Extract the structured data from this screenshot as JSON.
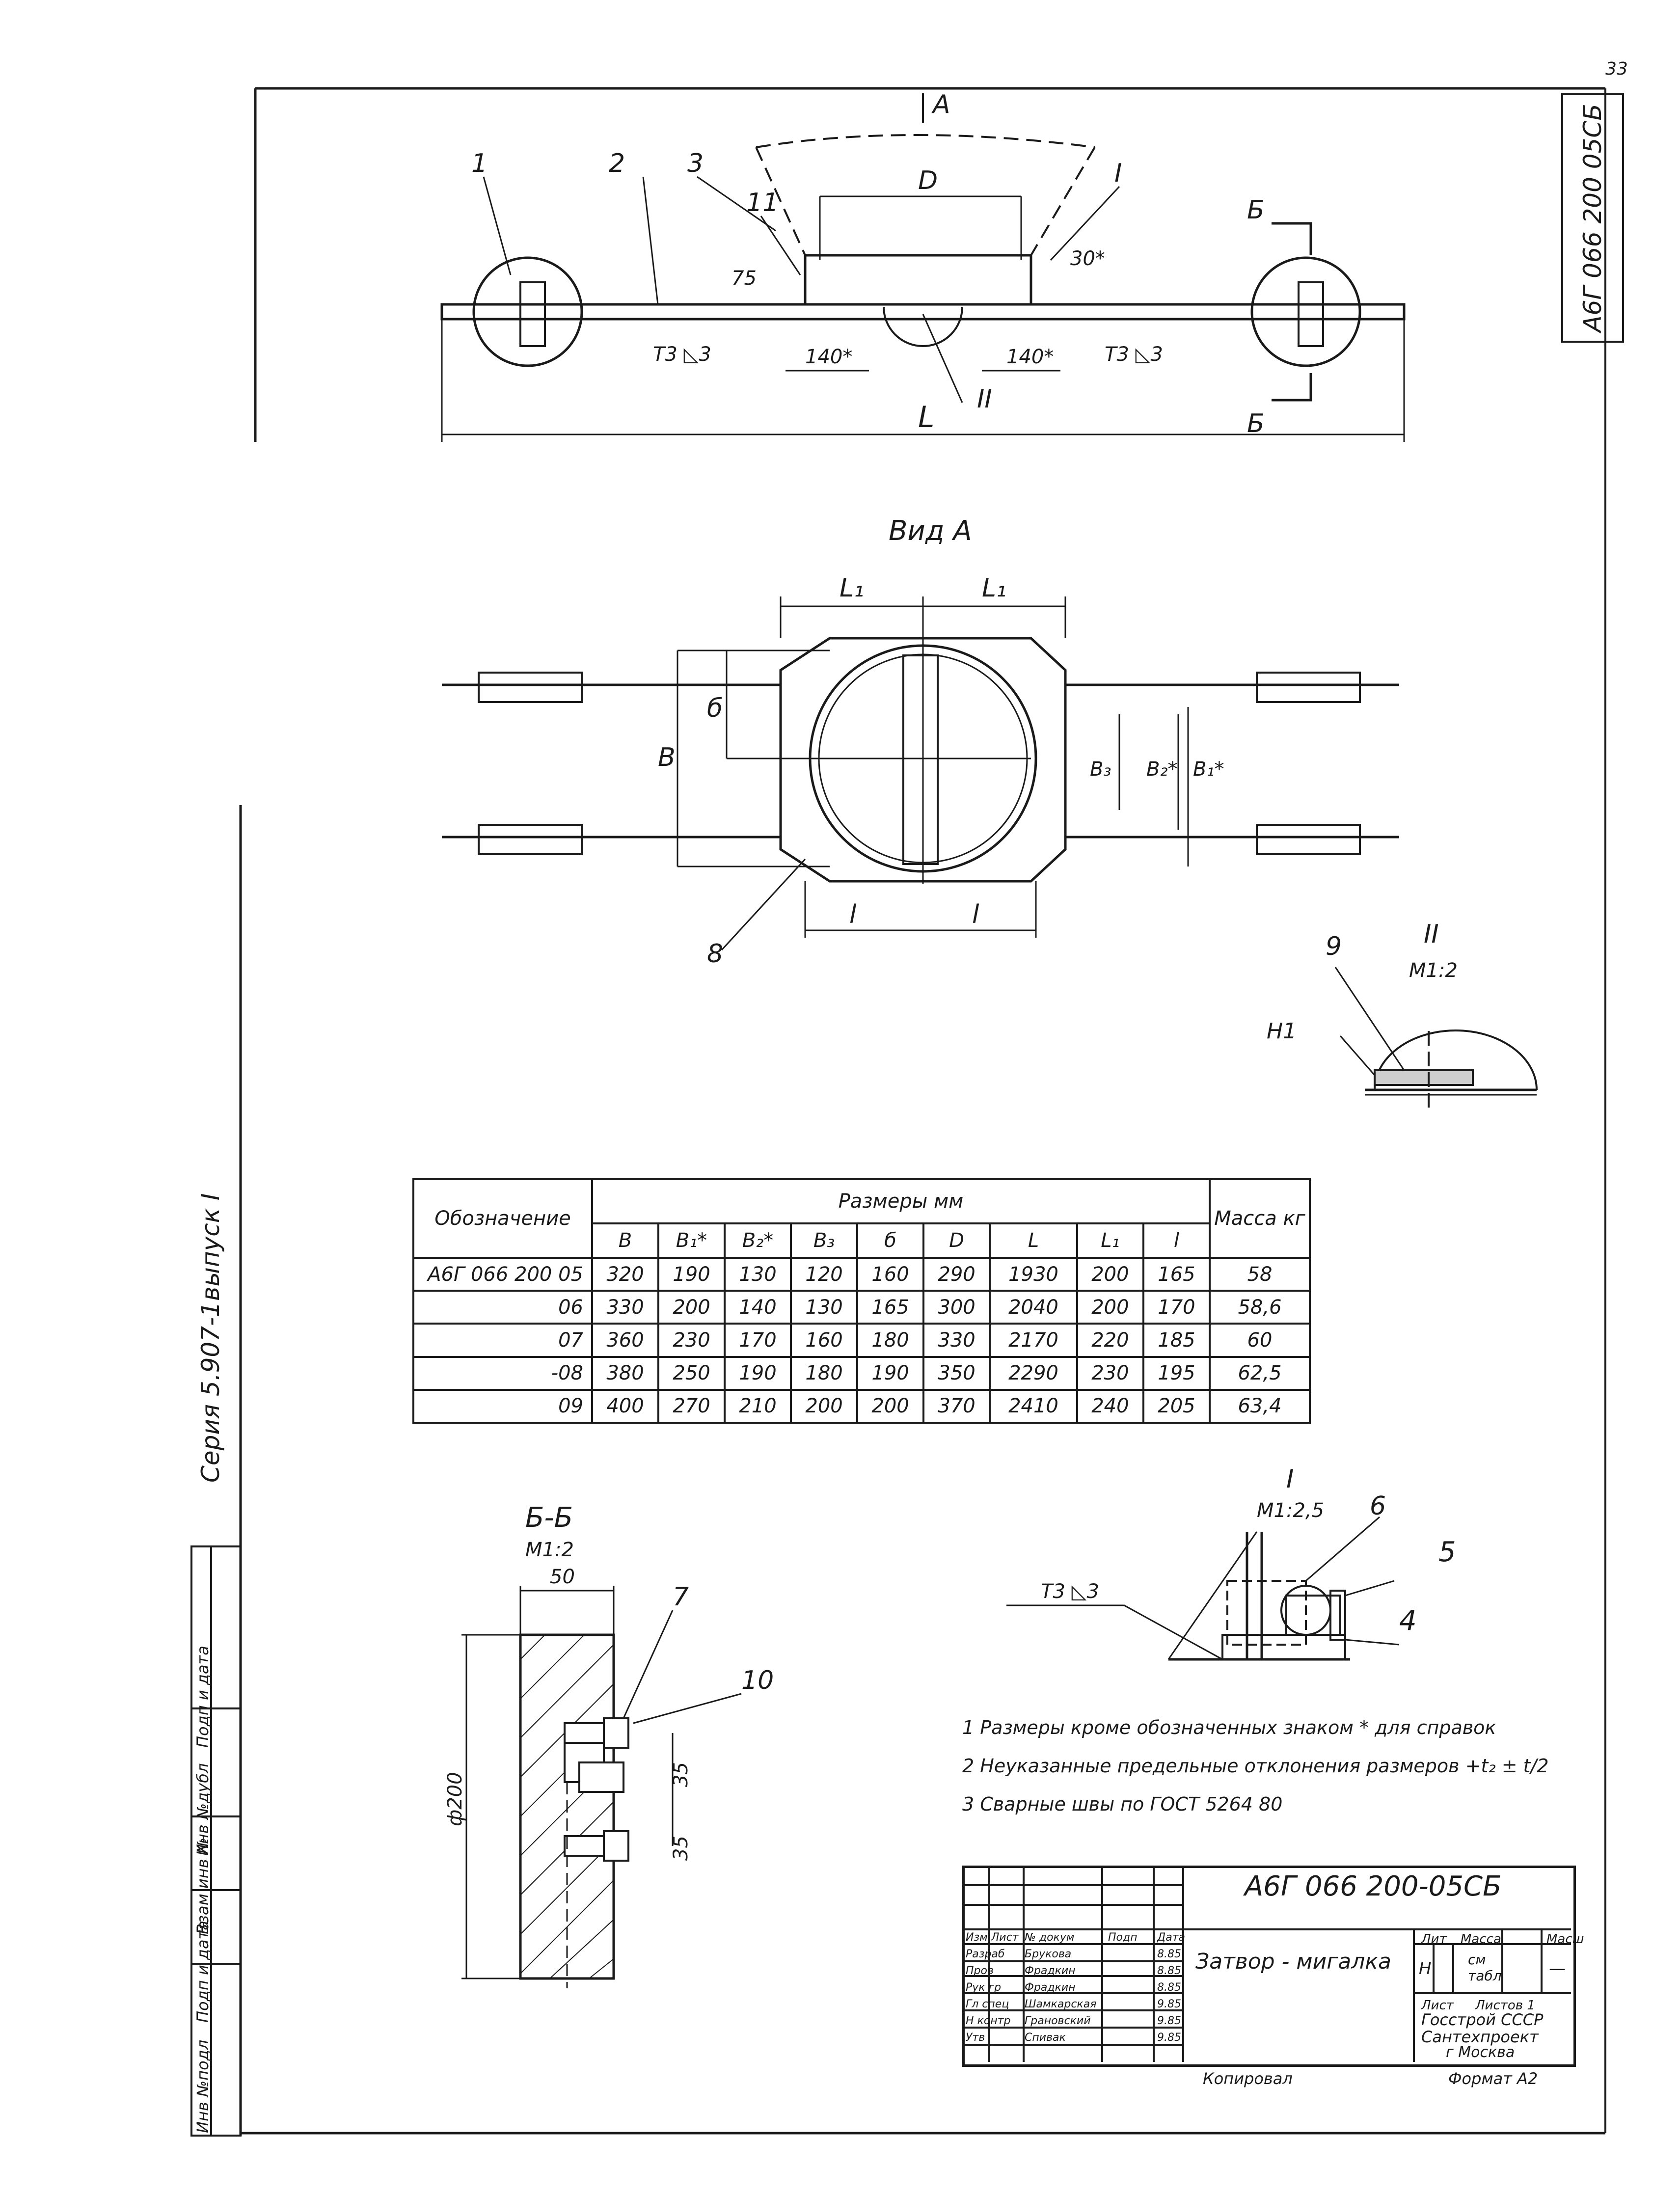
{
  "sheet_number": "33",
  "document_code_margin": "А6Г 066 200 05СБ",
  "margin_texts": {
    "series": "Серия 5.907-1",
    "issue": "выпуск I",
    "stamp_labels": [
      "Инв №подл",
      "Подп и дата",
      "Взам инв №",
      "Инв №дубл",
      "Подп и дата"
    ]
  },
  "main_view": {
    "labels": {
      "view_arrow": "А",
      "pos1": "1",
      "pos2": "2",
      "pos3": "3",
      "pos11": "11",
      "detail_I": "I",
      "detail_II": "II",
      "D": "D",
      "dim75": "75",
      "dim30": "30*",
      "weld_left": "Т3 ◺3",
      "weld_right": "Т3 ◺3",
      "dim140_left": "140*",
      "dim140_right": "140*",
      "L": "L",
      "section_top": "Б",
      "section_bottom": "Б"
    }
  },
  "view_a": {
    "title": "Вид А",
    "labels": {
      "L1_left": "L₁",
      "L1_right": "L₁",
      "B": "В",
      "b": "б",
      "B3": "В₃",
      "B2": "В₂*",
      "B1": "В₁*",
      "pos8": "8",
      "l_left": "l",
      "l_right": "l"
    }
  },
  "detail_II": {
    "title": "II",
    "scale": "М1:2",
    "pos9": "9",
    "weld": "Н1"
  },
  "table": {
    "header_designation": "Обозначение",
    "header_dims": "Размеры мм",
    "header_mass": "Масса кг",
    "columns": [
      "В",
      "В₁*",
      "В₂*",
      "В₃",
      "б",
      "D",
      "L",
      "L₁",
      "l"
    ],
    "rows": [
      {
        "designation": "А6Г 066 200 05",
        "values": [
          "320",
          "190",
          "130",
          "120",
          "160",
          "290",
          "1930",
          "200",
          "165"
        ],
        "mass": "58"
      },
      {
        "designation": "06",
        "values": [
          "330",
          "200",
          "140",
          "130",
          "165",
          "300",
          "2040",
          "200",
          "170"
        ],
        "mass": "58,6"
      },
      {
        "designation": "07",
        "values": [
          "360",
          "230",
          "170",
          "160",
          "180",
          "330",
          "2170",
          "220",
          "185"
        ],
        "mass": "60"
      },
      {
        "designation": "-08",
        "values": [
          "380",
          "250",
          "190",
          "180",
          "190",
          "350",
          "2290",
          "230",
          "195"
        ],
        "mass": "62,5"
      },
      {
        "designation": "09",
        "values": [
          "400",
          "270",
          "210",
          "200",
          "200",
          "370",
          "2410",
          "240",
          "205"
        ],
        "mass": "63,4"
      }
    ]
  },
  "section_bb": {
    "title": "Б-Б",
    "scale": "М1:2",
    "dim50": "50",
    "dim200": "ф200",
    "dim35a": "35",
    "dim35b": "35",
    "pos7": "7",
    "pos10": "10"
  },
  "detail_I": {
    "title": "I",
    "scale": "М1:2,5",
    "pos4": "4",
    "pos5": "5",
    "pos6": "6",
    "weld": "Т3 ◺3"
  },
  "notes": [
    "1 Размеры кроме обозначенных знаком * для справок",
    "2 Неуказанные предельные отклонения размеров +t₂ ± t/2",
    "3 Сварные швы по ГОСТ 5264 80"
  ],
  "title_block": {
    "doc_code": "А6Г 066 200-05СБ",
    "name": "Затвор - мигалка",
    "lit": "Лит",
    "mass": "Масса",
    "scale": "Масш",
    "lit_value": "Н",
    "mass_value": "см табл",
    "scale_value": "—",
    "sheet": "Лист",
    "sheets": "Листов 1",
    "org_line1": "Госстрой СССР",
    "org_line2": "Сантехпроект",
    "org_line3": "г Москва",
    "roles": [
      {
        "role": "Изм Лист",
        "name": "№ докум",
        "sig": "Подп",
        "date": "Дата"
      },
      {
        "role": "Разраб",
        "name": "Брукова",
        "sig": "",
        "date": "8.85"
      },
      {
        "role": "Пров",
        "name": "Фрадкин",
        "sig": "",
        "date": "8.85"
      },
      {
        "role": "Рук гр",
        "name": "Фрадкин",
        "sig": "",
        "date": "8.85"
      },
      {
        "role": "Гл спец",
        "name": "Шамкарская",
        "sig": "",
        "date": "9.85"
      },
      {
        "role": "Н контр",
        "name": "Грановский",
        "sig": "",
        "date": "9.85"
      },
      {
        "role": "Утв",
        "name": "Спивак",
        "sig": "",
        "date": "9.85"
      }
    ],
    "copied": "Копировал",
    "format": "Формат А2"
  }
}
